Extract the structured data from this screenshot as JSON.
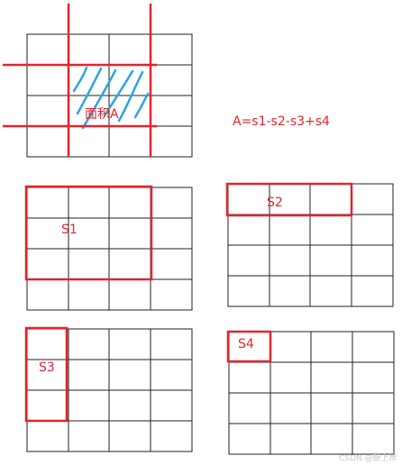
{
  "colors": {
    "grid": "#222222",
    "red": "#e0262c",
    "blue": "#2aa3e6",
    "text_red": "#e0262c",
    "watermark": "#c8c8c8"
  },
  "formula": "A=s1-s2-s3+s4",
  "top_grid": {
    "area_label": "面积A"
  },
  "grid_s1": {
    "label": "S1"
  },
  "grid_s2": {
    "label": "S2"
  },
  "grid_s3": {
    "label": "S3"
  },
  "grid_s4": {
    "label": "S4"
  },
  "watermark": "CSDN @鲸上岸"
}
